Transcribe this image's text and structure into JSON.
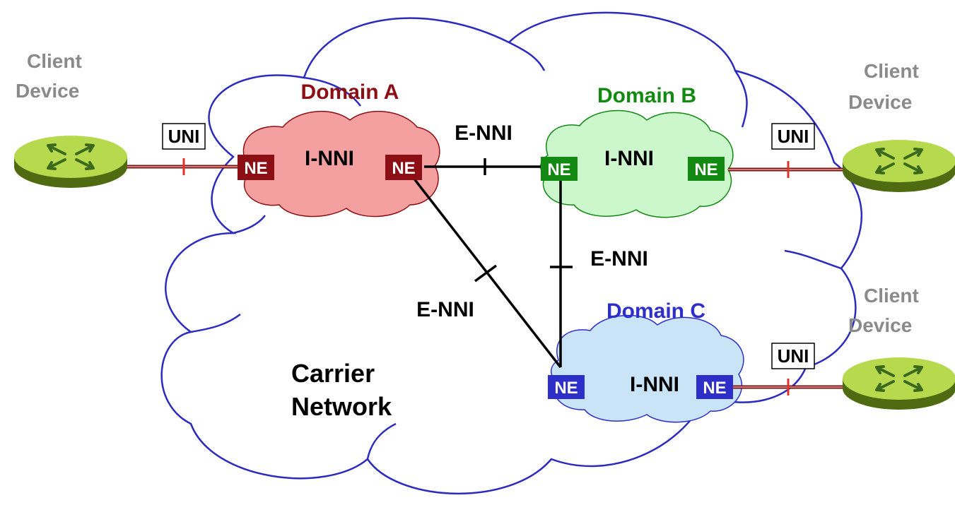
{
  "colors": {
    "carrier_cloud_stroke": "#2b2bbf",
    "domain_a_fill": "#f4a0a0",
    "domain_a_dark": "#8b0f14",
    "domain_b_fill": "#ccf7cc",
    "domain_b_dark": "#128a12",
    "domain_c_fill": "#c8e4f6",
    "domain_c_dark": "#2e2ec9",
    "client_device_fill": "#b6d94e",
    "client_label": "#8a8a8a",
    "uni_tick": "#e0302a"
  },
  "carrier": {
    "label_line1": "Carrier",
    "label_line2": "Network"
  },
  "domains": {
    "a": {
      "title": "Domain A",
      "inner": "I-NNI",
      "ne_left": "NE",
      "ne_right": "NE"
    },
    "b": {
      "title": "Domain B",
      "inner": "I-NNI",
      "ne_left": "NE",
      "ne_right": "NE"
    },
    "c": {
      "title": "Domain C",
      "inner": "I-NNI",
      "ne_left": "NE",
      "ne_right": "NE"
    }
  },
  "links": {
    "a_b": "E-NNI",
    "b_c": "E-NNI",
    "a_c": "E-NNI"
  },
  "clients": {
    "left": {
      "line1": "Client",
      "line2": "Device",
      "interface": "UNI",
      "icon": "router-icon"
    },
    "right_top": {
      "line1": "Client",
      "line2": "Device",
      "interface": "UNI",
      "icon": "router-icon"
    },
    "right_bottom": {
      "line1": "Client",
      "line2": "Device",
      "interface": "UNI",
      "icon": "router-icon"
    }
  }
}
